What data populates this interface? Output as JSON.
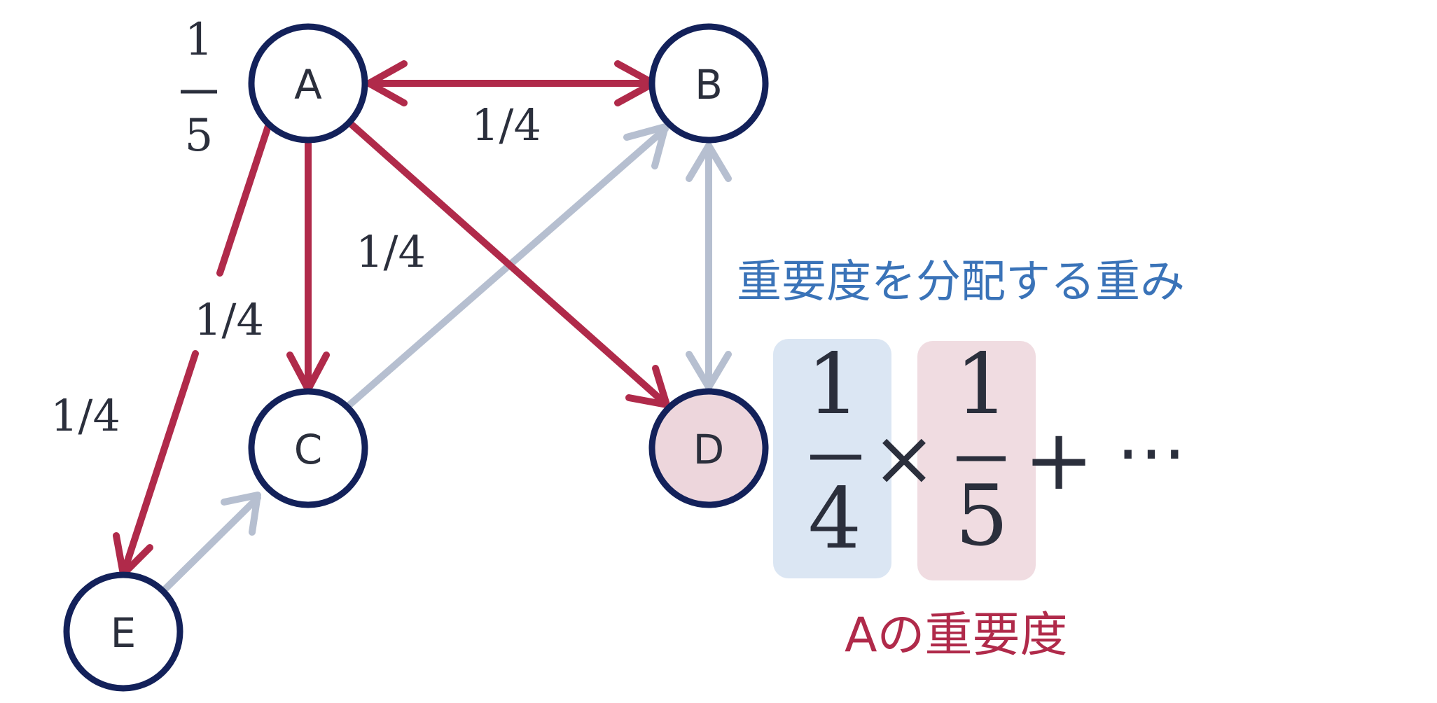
{
  "nodes": {
    "a": "A",
    "b": "B",
    "c": "C",
    "d": "D",
    "e": "E"
  },
  "fraction_a": {
    "numerator": "1",
    "denominator": "5"
  },
  "edge_labels": {
    "a_b": "1/4",
    "a_c": "1/4",
    "a_e_upper": "1/4",
    "a_e_left": "1/4"
  },
  "caption_weight": "重要度を分配する重み",
  "equation": {
    "weight_numerator": "1",
    "weight_denominator": "4",
    "times": "×",
    "importance_numerator": "1",
    "importance_denominator": "5",
    "plus": "+",
    "ellipsis": "⋯"
  },
  "caption_importance": "Aの重要度",
  "colors": {
    "node_stroke": "#13215a",
    "red_edge": "#b02a4a",
    "gray_edge": "#b6bfd0",
    "weight_box": "#dbe6f3",
    "importance_box": "#f0dce1",
    "node_d_fill": "#edd6dc",
    "blue_caption": "#3a73b8",
    "red_caption": "#b02a4a"
  }
}
